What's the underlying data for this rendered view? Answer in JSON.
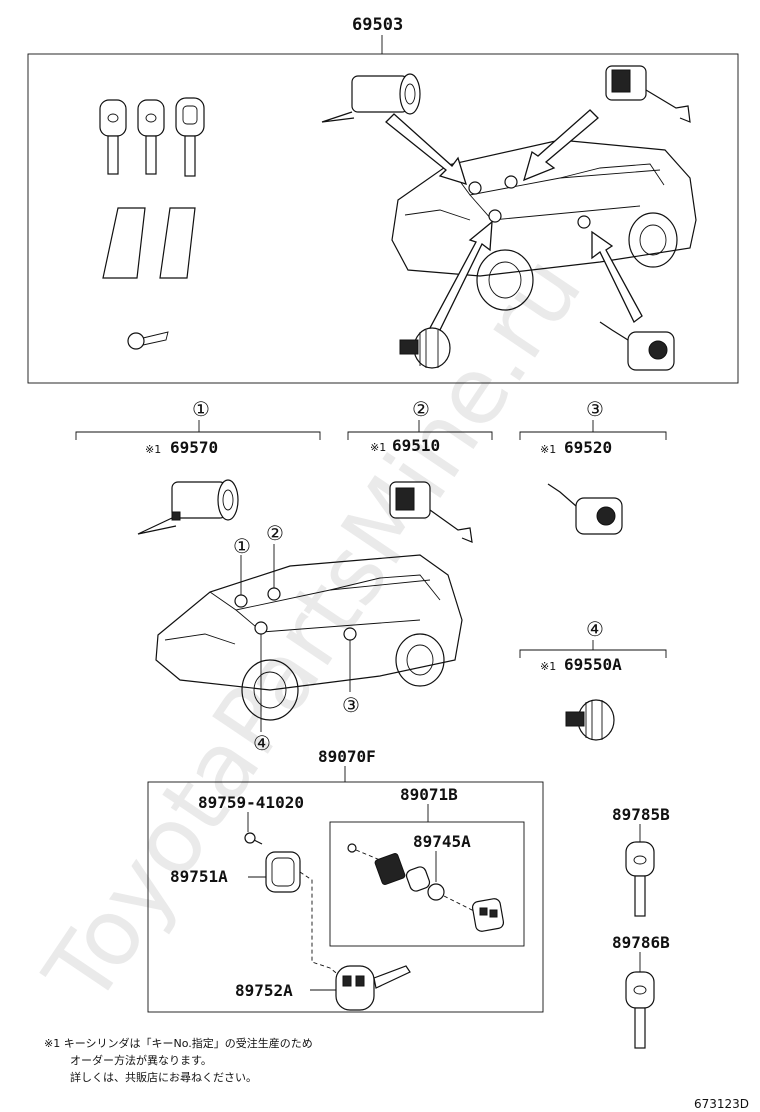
{
  "top_group": {
    "part_number": "69503"
  },
  "position_markers": {
    "1": "①",
    "2": "②",
    "3": "③",
    "4": "④"
  },
  "options": [
    {
      "marker": "①",
      "part_number": "69570",
      "asterisk": "※1"
    },
    {
      "marker": "②",
      "part_number": "69510",
      "asterisk": "※1"
    },
    {
      "marker": "③",
      "part_number": "69520",
      "asterisk": "※1"
    },
    {
      "marker": "④",
      "part_number": "69550A",
      "asterisk": "※1"
    }
  ],
  "key_set": {
    "part_number": "89070F",
    "screw": "89759-41020",
    "housing": "89751A",
    "key": "89752A",
    "transmitter_group": "89071B",
    "battery": "89745A"
  },
  "loose_keys": [
    {
      "part_number": "89785B"
    },
    {
      "part_number": "89786B"
    }
  ],
  "footnote": {
    "line1": "※1 キーシリンダは「キーNo.指定」の受注生産のため",
    "line2": "オーダー方法が異なります。",
    "line3": "詳しくは、共販店にお尋ねください。"
  },
  "illustration_number": "673123D",
  "watermark": "ToyotaPartsMine.ru"
}
